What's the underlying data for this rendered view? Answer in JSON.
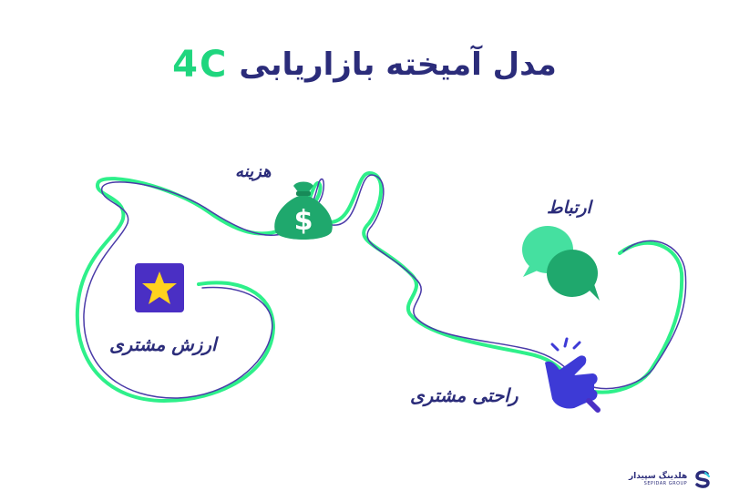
{
  "title": {
    "text": "مدل آمیخته بازاریابی",
    "accent": "4C"
  },
  "nodes": {
    "cost": {
      "label": "هزینه",
      "icon": "money-bag-dollar-icon",
      "color": "#1fa86d"
    },
    "communication": {
      "label": "ارتباط",
      "icon": "chat-bubbles-icon",
      "color": "#29c98a"
    },
    "customer_value": {
      "label": "ارزش مشتری",
      "icon": "star-icon",
      "color": "#4a2fc4"
    },
    "convenience": {
      "label": "راحتی مشتری",
      "icon": "pointing-hand-icon",
      "color": "#3d3ad6"
    }
  },
  "colors": {
    "path_green": "#2ef08a",
    "path_purple": "#4a3ba8",
    "text": "#2b2c7a"
  },
  "logo": {
    "fa": "هلدینگ سپیدار",
    "en": "SEPIDAR GROUP"
  }
}
